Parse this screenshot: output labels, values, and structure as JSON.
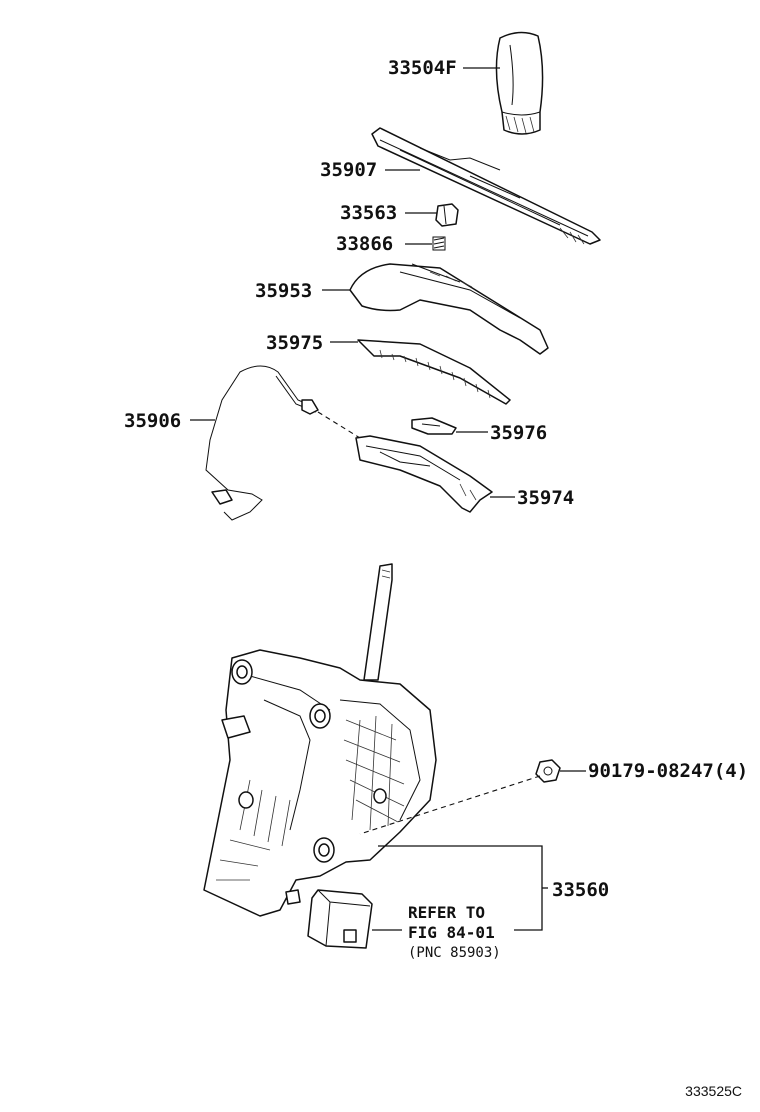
{
  "labels": {
    "p33504f": "33504F",
    "p35907": "35907",
    "p33563": "33563",
    "p33866": "33866",
    "p35953": "35953",
    "p35975": "35975",
    "p35906": "35906",
    "p35976": "35976",
    "p35974": "35974",
    "p90179": "90179-08247(4)",
    "p33560": "33560"
  },
  "note": {
    "line1": "REFER TO",
    "line2": "FIG 84-01",
    "line3": "(PNC 85903)"
  },
  "figure_id": "333525C"
}
